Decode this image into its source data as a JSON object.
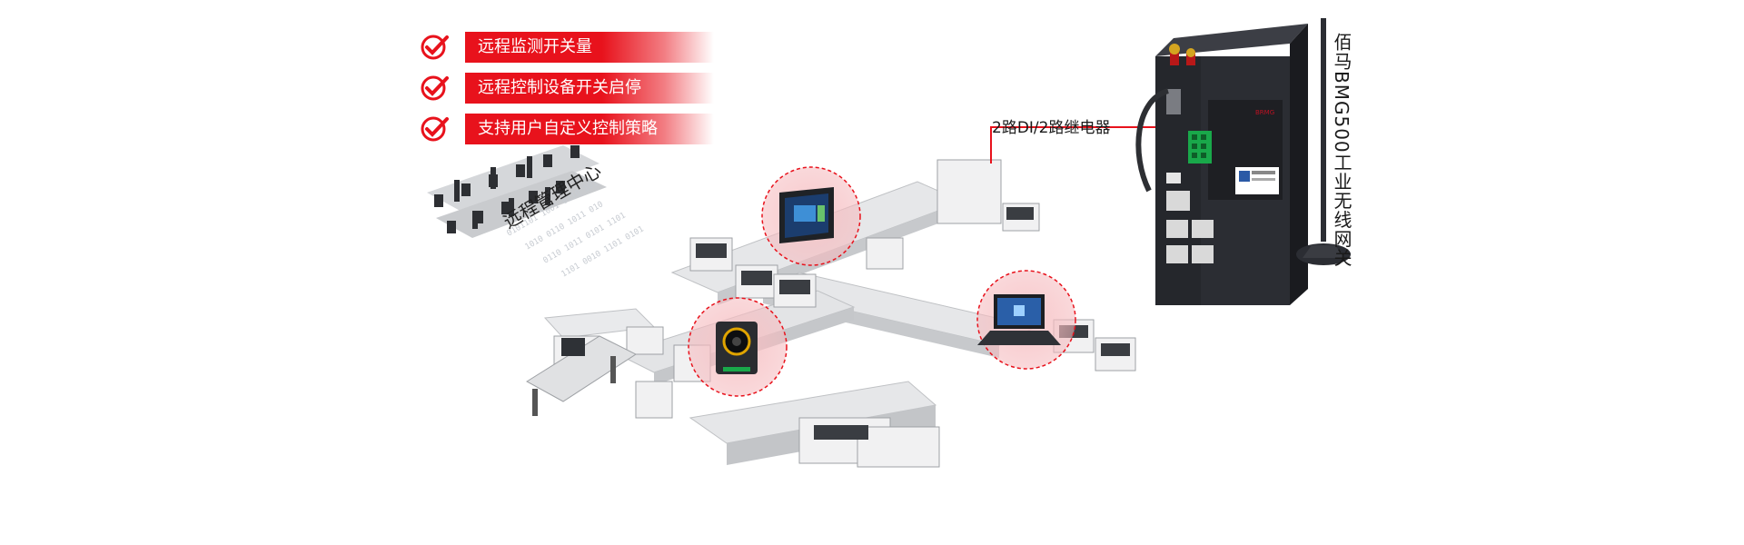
{
  "features": [
    {
      "label": "远程监测开关量",
      "icon": "check-circle-icon"
    },
    {
      "label": "远程控制设备开关启停",
      "icon": "check-circle-icon"
    },
    {
      "label": "支持用户自定义控制策略",
      "icon": "check-circle-icon"
    }
  ],
  "center_label": "远程管理中心",
  "io_label": "2路DI/2路继电器",
  "product_name": "佰马BMG500工业无线网关",
  "colors": {
    "accent": "#e8121c",
    "device_body": "#2b2d33",
    "terminal_green": "#19a84a"
  }
}
